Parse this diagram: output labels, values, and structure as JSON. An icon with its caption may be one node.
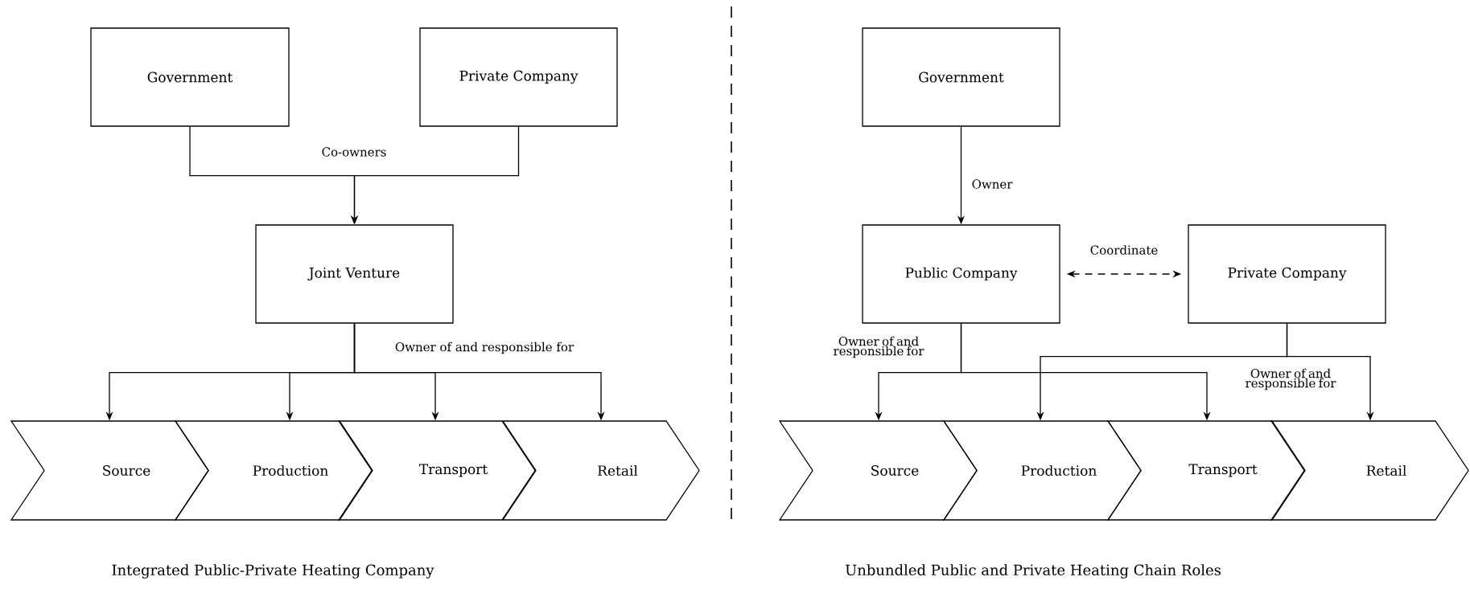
{
  "diagram": {
    "nodes": [
      {
        "text": [
          "Government"
        ]
      },
      {
        "text": [
          "Private Company"
        ]
      },
      {
        "text": [
          "Joint Venture"
        ]
      },
      {
        "text": [
          "Source"
        ]
      },
      {
        "text": [
          "Production"
        ]
      },
      {
        "text": [
          "Transport"
        ]
      },
      {
        "text": [
          "Retail"
        ]
      },
      {
        "text": [
          "Government"
        ]
      },
      {
        "text": [
          "Public Company"
        ]
      },
      {
        "text": [
          "Private Company"
        ]
      },
      {
        "text": [
          "Source"
        ]
      },
      {
        "text": [
          "Production"
        ]
      },
      {
        "text": [
          "Transport"
        ]
      },
      {
        "text": [
          "Retail"
        ]
      }
    ],
    "edges": [
      {
        "from": 0,
        "to": 2,
        "arrow": "to",
        "label": "Co-owners"
      },
      {
        "from": 1,
        "to": 2,
        "arrow": "to"
      },
      {
        "from": 2,
        "to": 3,
        "arrow": "to",
        "label": "Owner of and responsible for"
      },
      {
        "from": 2,
        "to": 4,
        "arrow": "to"
      },
      {
        "from": 2,
        "to": 5,
        "arrow": "to"
      },
      {
        "from": 2,
        "to": 6,
        "arrow": "to"
      },
      {
        "from": 7,
        "to": 8,
        "arrow": "to",
        "label": "Owner"
      },
      {
        "from": 8,
        "to": 9,
        "arrow": "both",
        "style": "dashed",
        "label": "Coordinate"
      },
      {
        "from": 8,
        "to": 10,
        "arrow": "to",
        "label": "Owner of and responsible for"
      },
      {
        "from": 8,
        "to": 12,
        "arrow": "to"
      },
      {
        "from": 9,
        "to": 11,
        "arrow": "to",
        "label": "Owner of and responsible for"
      },
      {
        "from": 9,
        "to": 13,
        "arrow": "to"
      }
    ],
    "labels": [
      "Integrated Public-Private Heating Company",
      "Unbundled Public and Private Heating Chain Roles"
    ]
  }
}
